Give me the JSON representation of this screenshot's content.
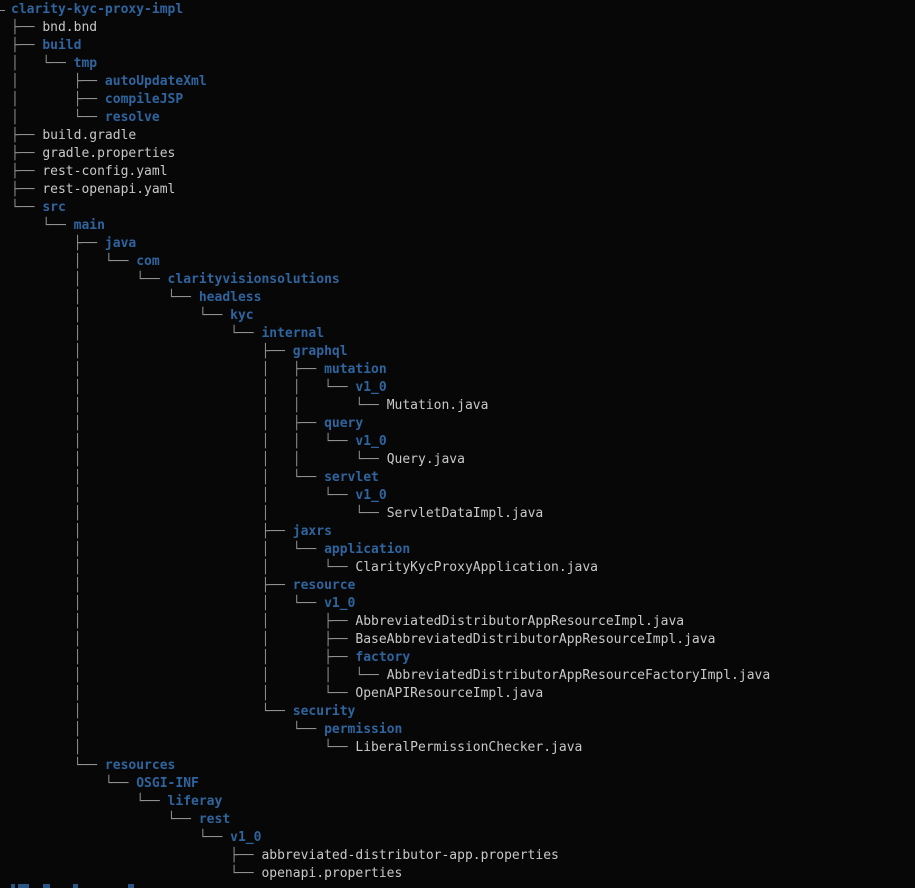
{
  "terminal": {
    "colors": {
      "background": "#070707",
      "directory_text": "#2f649e",
      "file_text": "#c8c8c8",
      "connector_lines": "#909090"
    },
    "root_name": "clarity-kyc-proxy-impl",
    "cropped_connector_at_top_left": true,
    "cropped_next_line_at_bottom": true,
    "tree": [
      {
        "prefix": "",
        "name": "clarity-kyc-proxy-impl",
        "type": "dir",
        "cropped_connector": true
      },
      {
        "prefix": "├── ",
        "name": "bnd.bnd",
        "type": "file"
      },
      {
        "prefix": "├── ",
        "name": "build",
        "type": "dir"
      },
      {
        "prefix": "│   └── ",
        "name": "tmp",
        "type": "dir"
      },
      {
        "prefix": "│       ├── ",
        "name": "autoUpdateXml",
        "type": "dir"
      },
      {
        "prefix": "│       ├── ",
        "name": "compileJSP",
        "type": "dir"
      },
      {
        "prefix": "│       └── ",
        "name": "resolve",
        "type": "dir"
      },
      {
        "prefix": "├── ",
        "name": "build.gradle",
        "type": "file"
      },
      {
        "prefix": "├── ",
        "name": "gradle.properties",
        "type": "file"
      },
      {
        "prefix": "├── ",
        "name": "rest-config.yaml",
        "type": "file"
      },
      {
        "prefix": "├── ",
        "name": "rest-openapi.yaml",
        "type": "file"
      },
      {
        "prefix": "└── ",
        "name": "src",
        "type": "dir"
      },
      {
        "prefix": "    └── ",
        "name": "main",
        "type": "dir"
      },
      {
        "prefix": "        ├── ",
        "name": "java",
        "type": "dir"
      },
      {
        "prefix": "        │   └── ",
        "name": "com",
        "type": "dir"
      },
      {
        "prefix": "        │       └── ",
        "name": "clarityvisionsolutions",
        "type": "dir"
      },
      {
        "prefix": "        │           └── ",
        "name": "headless",
        "type": "dir"
      },
      {
        "prefix": "        │               └── ",
        "name": "kyc",
        "type": "dir"
      },
      {
        "prefix": "        │                   └── ",
        "name": "internal",
        "type": "dir"
      },
      {
        "prefix": "        │                       ├── ",
        "name": "graphql",
        "type": "dir"
      },
      {
        "prefix": "        │                       │   ├── ",
        "name": "mutation",
        "type": "dir"
      },
      {
        "prefix": "        │                       │   │   └── ",
        "name": "v1_0",
        "type": "dir"
      },
      {
        "prefix": "        │                       │   │       └── ",
        "name": "Mutation.java",
        "type": "file"
      },
      {
        "prefix": "        │                       │   ├── ",
        "name": "query",
        "type": "dir"
      },
      {
        "prefix": "        │                       │   │   └── ",
        "name": "v1_0",
        "type": "dir"
      },
      {
        "prefix": "        │                       │   │       └── ",
        "name": "Query.java",
        "type": "file"
      },
      {
        "prefix": "        │                       │   └── ",
        "name": "servlet",
        "type": "dir"
      },
      {
        "prefix": "        │                       │       └── ",
        "name": "v1_0",
        "type": "dir"
      },
      {
        "prefix": "        │                       │           └── ",
        "name": "ServletDataImpl.java",
        "type": "file"
      },
      {
        "prefix": "        │                       ├── ",
        "name": "jaxrs",
        "type": "dir"
      },
      {
        "prefix": "        │                       │   └── ",
        "name": "application",
        "type": "dir"
      },
      {
        "prefix": "        │                       │       └── ",
        "name": "ClarityKycProxyApplication.java",
        "type": "file"
      },
      {
        "prefix": "        │                       ├── ",
        "name": "resource",
        "type": "dir"
      },
      {
        "prefix": "        │                       │   └── ",
        "name": "v1_0",
        "type": "dir"
      },
      {
        "prefix": "        │                       │       ├── ",
        "name": "AbbreviatedDistributorAppResourceImpl.java",
        "type": "file"
      },
      {
        "prefix": "        │                       │       ├── ",
        "name": "BaseAbbreviatedDistributorAppResourceImpl.java",
        "type": "file"
      },
      {
        "prefix": "        │                       │       ├── ",
        "name": "factory",
        "type": "dir"
      },
      {
        "prefix": "        │                       │       │   └── ",
        "name": "AbbreviatedDistributorAppResourceFactoryImpl.java",
        "type": "file"
      },
      {
        "prefix": "        │                       │       └── ",
        "name": "OpenAPIResourceImpl.java",
        "type": "file"
      },
      {
        "prefix": "        │                       └── ",
        "name": "security",
        "type": "dir"
      },
      {
        "prefix": "        │                           └── ",
        "name": "permission",
        "type": "dir"
      },
      {
        "prefix": "        │                               └── ",
        "name": "LiberalPermissionChecker.java",
        "type": "file"
      },
      {
        "prefix": "        └── ",
        "name": "resources",
        "type": "dir"
      },
      {
        "prefix": "            └── ",
        "name": "OSGI-INF",
        "type": "dir"
      },
      {
        "prefix": "                └── ",
        "name": "liferay",
        "type": "dir"
      },
      {
        "prefix": "                    └── ",
        "name": "rest",
        "type": "dir"
      },
      {
        "prefix": "                        └── ",
        "name": "v1_0",
        "type": "dir"
      },
      {
        "prefix": "                            ├── ",
        "name": "abbreviated-distributor-app.properties",
        "type": "file"
      },
      {
        "prefix": "                            └── ",
        "name": "openapi.properties",
        "type": "file"
      }
    ]
  }
}
